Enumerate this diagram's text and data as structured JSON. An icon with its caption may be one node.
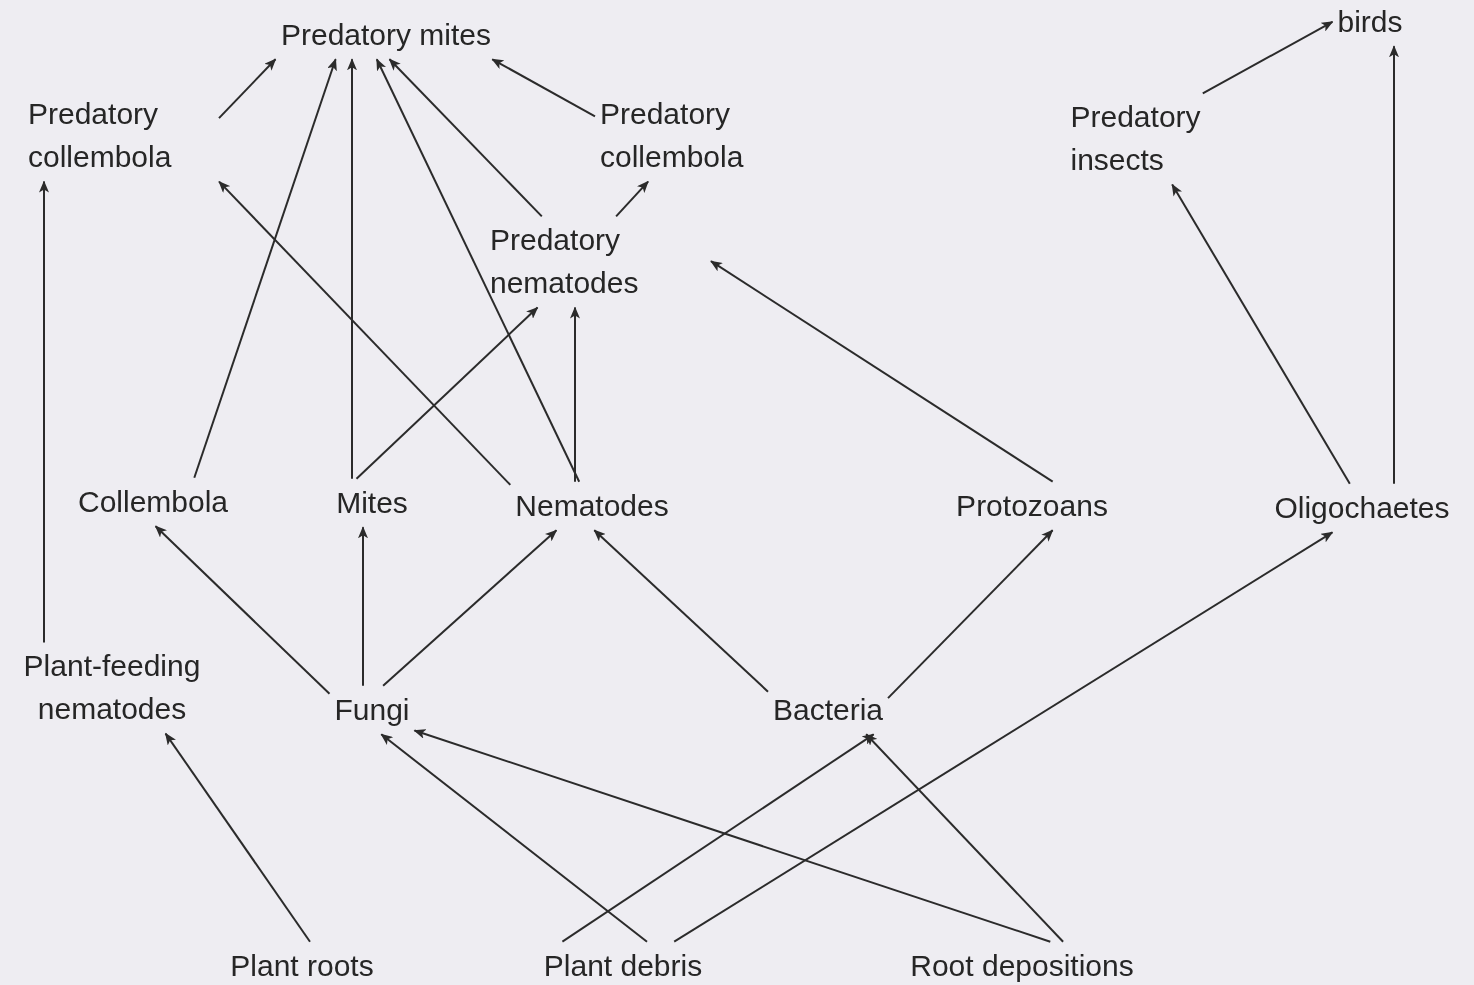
{
  "diagram": {
    "nodes": [
      {
        "text": [
          "Predatory mites"
        ]
      },
      {
        "text": [
          "birds"
        ]
      },
      {
        "text": [
          "Predatory collembola"
        ]
      },
      {
        "text": [
          "Predatory collembola"
        ]
      },
      {
        "text": [
          "Predatory insects"
        ]
      },
      {
        "text": [
          "Predatory nematodes"
        ]
      },
      {
        "text": [
          "Collembola"
        ]
      },
      {
        "text": [
          "Mites"
        ]
      },
      {
        "text": [
          "Nematodes"
        ]
      },
      {
        "text": [
          "Protozoans"
        ]
      },
      {
        "text": [
          "Oligochaetes"
        ]
      },
      {
        "text": [
          "Plant-feeding nematodes"
        ]
      },
      {
        "text": [
          "Fungi"
        ]
      },
      {
        "text": [
          "Bacteria"
        ]
      },
      {
        "text": [
          "Plant roots"
        ]
      },
      {
        "text": [
          "Plant debris"
        ]
      },
      {
        "text": [
          "Root depositions"
        ]
      }
    ],
    "edges": [
      {
        "from": 2,
        "to": 0,
        "arrow": "to"
      },
      {
        "from": 3,
        "to": 0,
        "arrow": "to"
      },
      {
        "from": 6,
        "to": 0,
        "arrow": "to"
      },
      {
        "from": 7,
        "to": 0,
        "arrow": "to"
      },
      {
        "from": 8,
        "to": 0,
        "arrow": "to"
      },
      {
        "from": 5,
        "to": 0,
        "arrow": "to"
      },
      {
        "from": 8,
        "to": 2,
        "arrow": "to"
      },
      {
        "from": 7,
        "to": 5,
        "arrow": "to"
      },
      {
        "from": 8,
        "to": 5,
        "arrow": "to"
      },
      {
        "from": 5,
        "to": 3,
        "arrow": "to"
      },
      {
        "from": 9,
        "to": 5,
        "arrow": "to"
      },
      {
        "from": 10,
        "to": 4,
        "arrow": "to"
      },
      {
        "from": 10,
        "to": 1,
        "arrow": "to"
      },
      {
        "from": 4,
        "to": 1,
        "arrow": "to"
      },
      {
        "from": 11,
        "to": 2,
        "arrow": "to"
      },
      {
        "from": 12,
        "to": 6,
        "arrow": "to"
      },
      {
        "from": 12,
        "to": 7,
        "arrow": "to"
      },
      {
        "from": 12,
        "to": 8,
        "arrow": "to"
      },
      {
        "from": 13,
        "to": 8,
        "arrow": "to"
      },
      {
        "from": 13,
        "to": 9,
        "arrow": "to"
      },
      {
        "from": 14,
        "to": 11,
        "arrow": "to"
      },
      {
        "from": 15,
        "to": 12,
        "arrow": "to"
      },
      {
        "from": 15,
        "to": 13,
        "arrow": "to"
      },
      {
        "from": 15,
        "to": 10,
        "arrow": "to"
      },
      {
        "from": 16,
        "to": 12,
        "arrow": "to"
      },
      {
        "from": 16,
        "to": 13,
        "arrow": "to"
      }
    ]
  }
}
